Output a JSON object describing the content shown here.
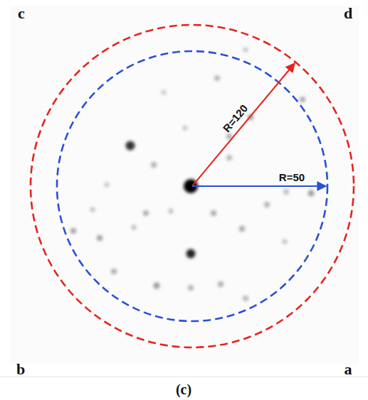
{
  "diagram": {
    "caption": "(c)",
    "labels": [
      "c",
      "d",
      "b",
      "a",
      "R=120",
      "R=50"
    ]
  }
}
